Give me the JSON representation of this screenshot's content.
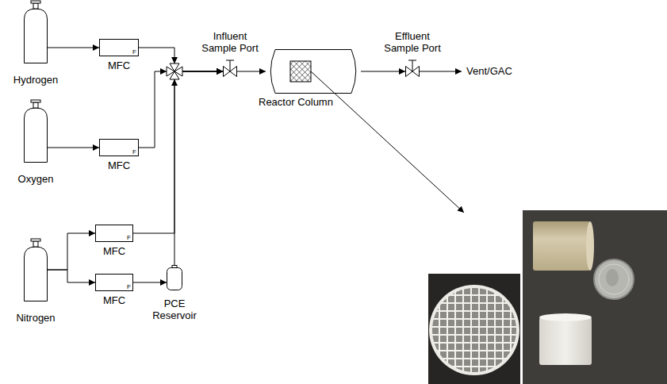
{
  "diagram": {
    "nodes": [
      {
        "text": [
          "Hydrogen"
        ]
      },
      {
        "text": [
          "F",
          "MFC"
        ]
      },
      {
        "text": [
          "Oxygen"
        ]
      },
      {
        "text": [
          "F",
          "MFC"
        ]
      },
      {
        "text": [
          "Nitrogen"
        ]
      },
      {
        "text": [
          "F",
          "MFC"
        ]
      },
      {
        "text": [
          "F",
          "MFC"
        ]
      },
      {
        "text": [
          "PCE Reservoir"
        ]
      },
      {
        "text": [
          "Influent Sample Port"
        ]
      },
      {
        "text": [
          "Reactor Column"
        ]
      },
      {
        "text": [
          "Effluent Sample Port"
        ]
      }
    ],
    "edges": [
      {
        "from": 0,
        "to": 1,
        "arrow": "to"
      },
      {
        "from": 1,
        "to": 8,
        "arrow": "to"
      },
      {
        "from": 2,
        "to": 3,
        "arrow": "to"
      },
      {
        "from": 3,
        "to": 8,
        "arrow": "to"
      },
      {
        "from": 4,
        "to": 5,
        "arrow": "to"
      },
      {
        "from": 4,
        "to": 6,
        "arrow": "to"
      },
      {
        "from": 5,
        "to": 8,
        "arrow": "to"
      },
      {
        "from": 6,
        "to": 7,
        "arrow": "to"
      },
      {
        "from": 7,
        "to": 8,
        "arrow": "to"
      },
      {
        "from": 8,
        "to": 9,
        "arrow": "to"
      },
      {
        "from": 9,
        "to": 10,
        "arrow": "to"
      }
    ],
    "labels": [
      "Vent/GAC"
    ]
  }
}
